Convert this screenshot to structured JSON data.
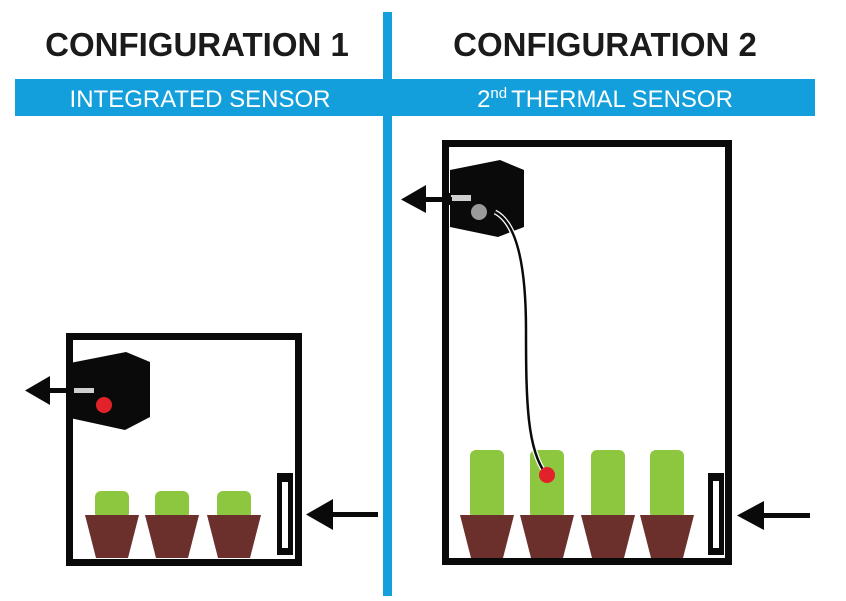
{
  "colors": {
    "accent_blue": "#139fdb",
    "frame": "#0a0a0a",
    "plant_green": "#8dc63f",
    "pot_brown": "#6b2f2c",
    "sensor_red": "#e2222a",
    "sensor_grey": "#9a9a9a"
  },
  "panels": [
    {
      "title": "CONFIGURATION 1",
      "subtitle": "INTEGRATED SENSOR",
      "plant_count": 3,
      "sensor": "integrated"
    },
    {
      "title": "CONFIGURATION 2",
      "subtitle_prefix": "2",
      "subtitle_sup": "nd",
      "subtitle": "THERMAL SENSOR",
      "plant_count": 4,
      "sensor": "external-probe"
    }
  ]
}
